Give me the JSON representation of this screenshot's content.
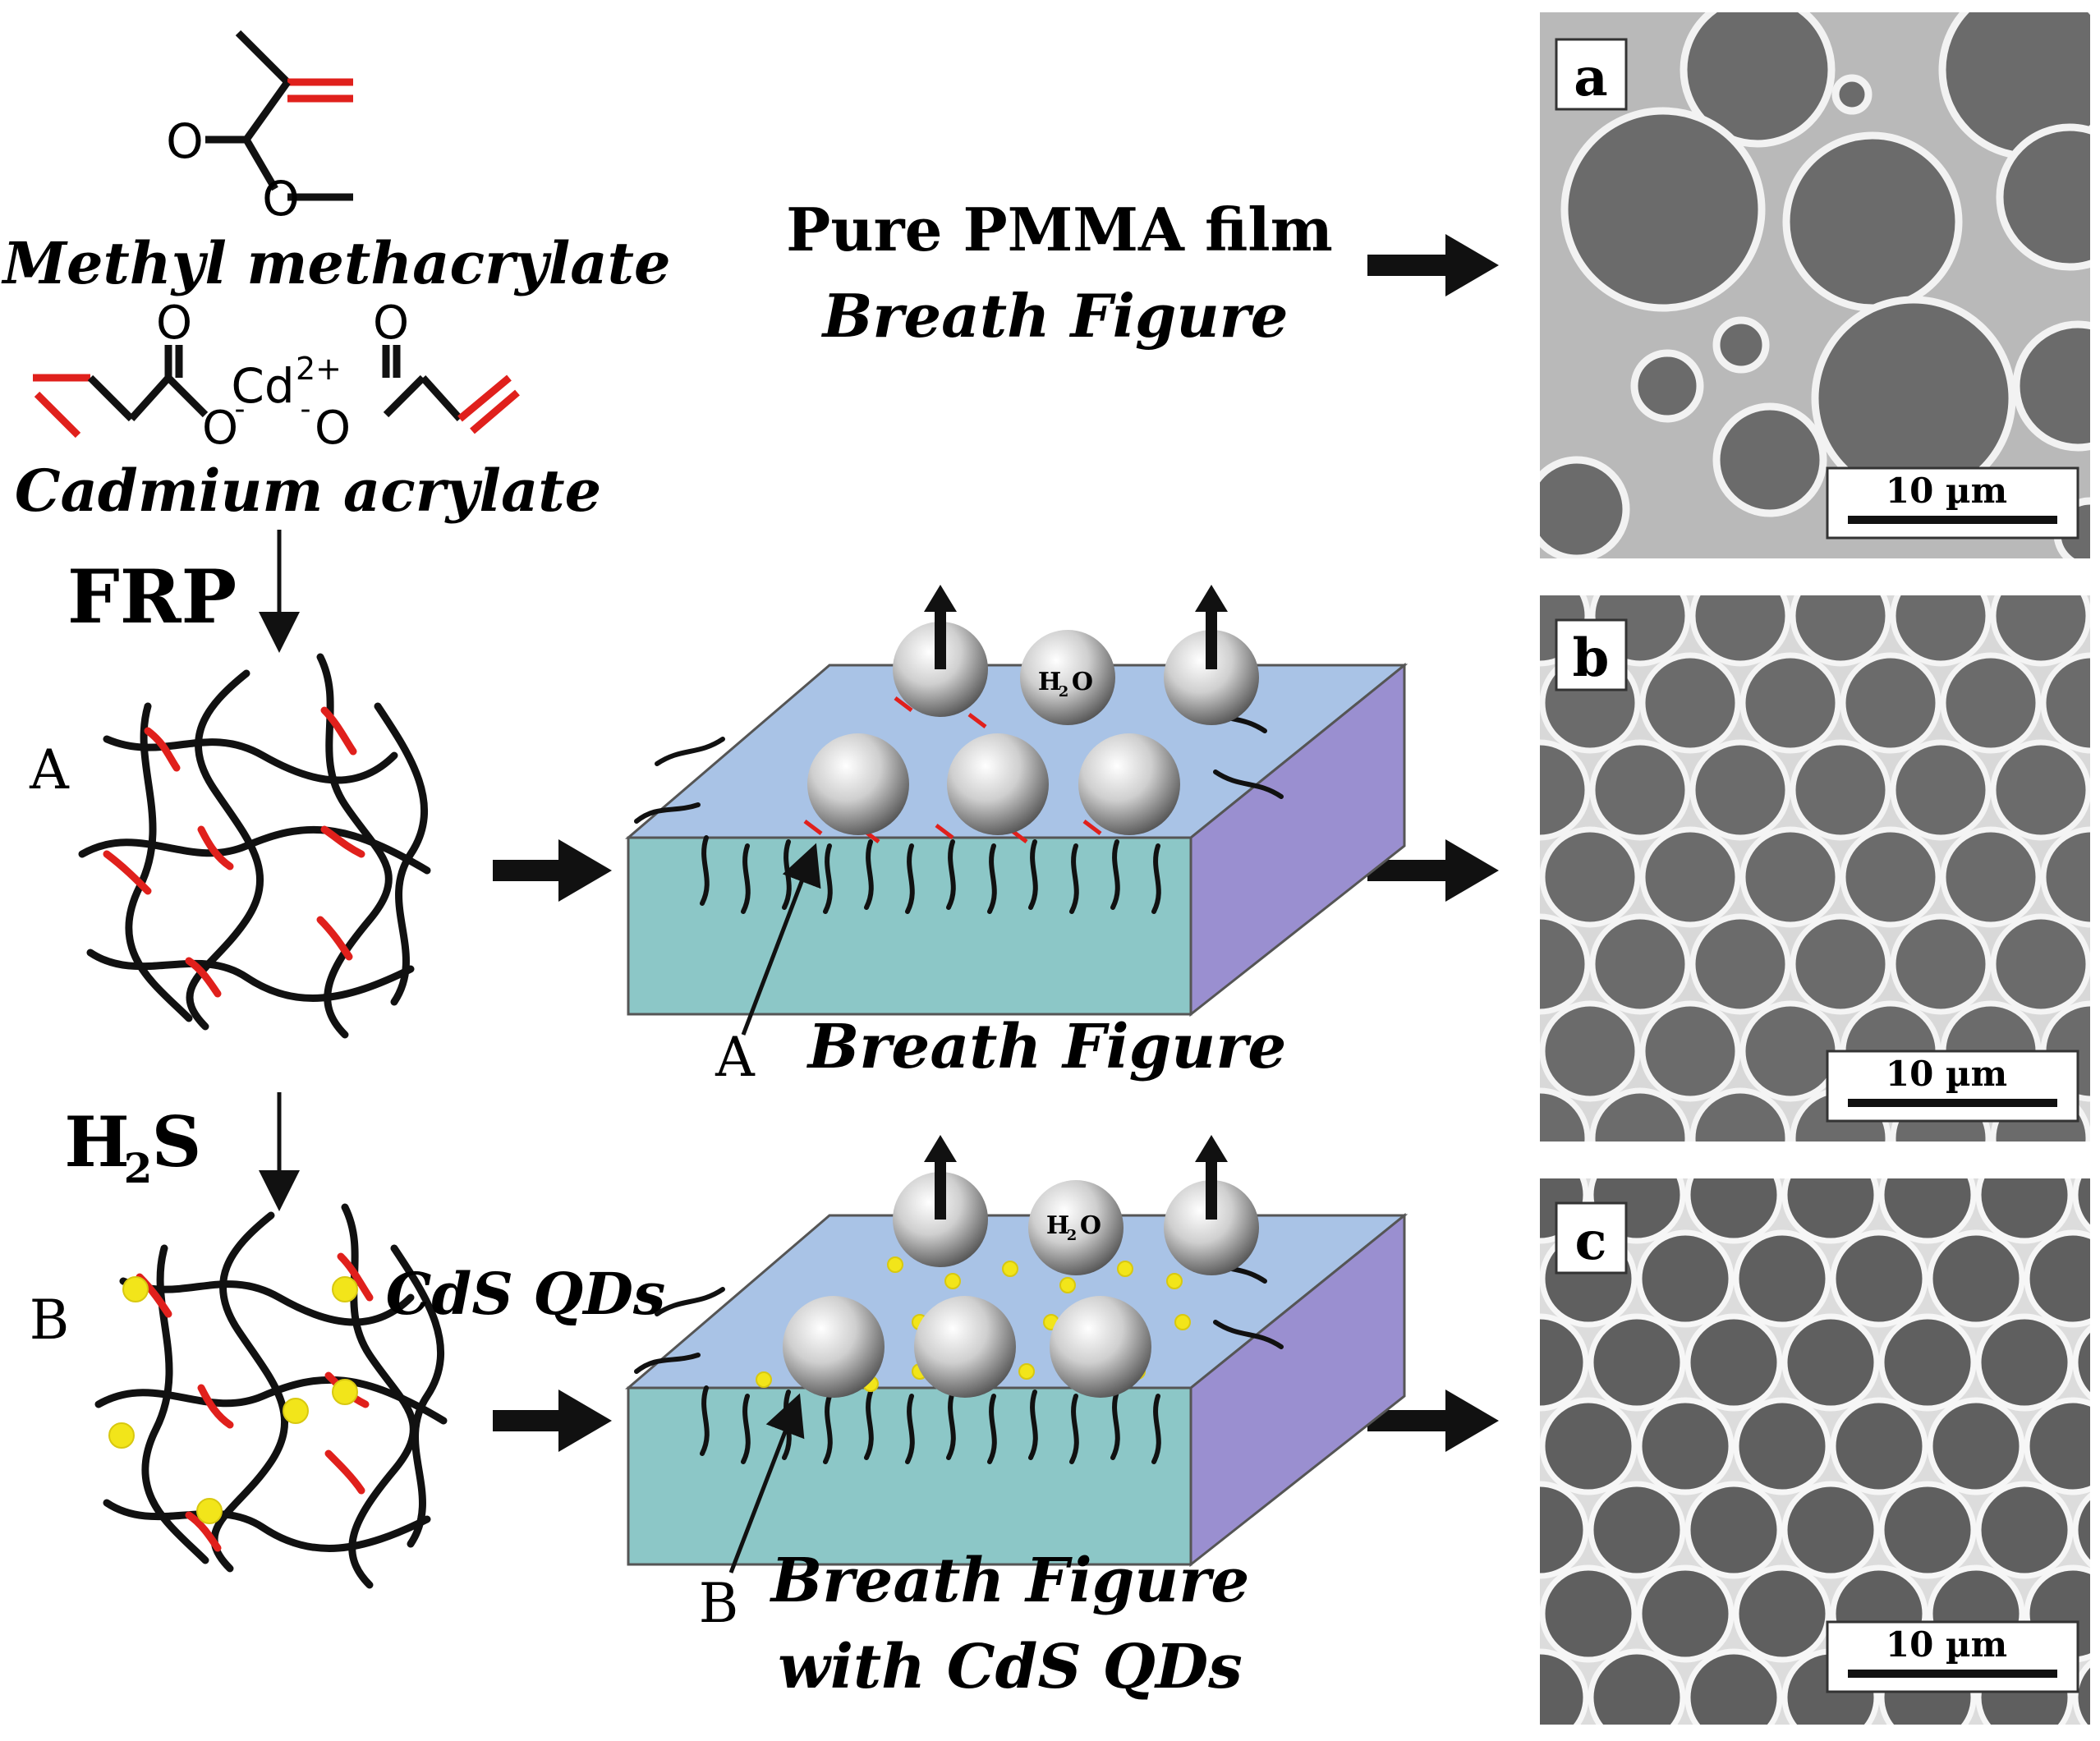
{
  "monomers": {
    "mma_name": "Methyl methacrylate",
    "cd_name": "Cadmium acrylate",
    "cd_ion": "Cd",
    "cd_charge": "2+",
    "oxygen": "O",
    "anion_charge": "-"
  },
  "steps": {
    "frp": "FRP",
    "h2s_h": "H",
    "h2s_sub": "2",
    "h2s_s": "S"
  },
  "polymers": {
    "a_label": "A",
    "b_label": "B",
    "cds_qds": "CdS QDs"
  },
  "center": {
    "pure_line1": "Pure PMMA film",
    "pure_line2": "Breath Figure",
    "film_a_pointer": "A",
    "film_a_caption": "Breath Figure",
    "film_b_pointer": "B",
    "film_b_caption_line1": "Breath Figure",
    "film_b_caption_line2": "with CdS QDs",
    "water_label": "H",
    "water_sub": "2",
    "water_o": "O"
  },
  "micrographs": [
    {
      "label": "a",
      "scale": "10 µm"
    },
    {
      "label": "b",
      "scale": "10 µm"
    },
    {
      "label": "c",
      "scale": "10 µm"
    }
  ],
  "colors": {
    "red_bond": "#e0201c",
    "qd_yellow": "#f2e51a",
    "film_top": "#a9c3e6",
    "film_front": "#8cc7c7",
    "film_side": "#9a8fd0",
    "sem_bg": "#b9b9b9",
    "sem_pore": "#6b6b6b",
    "sem_rim": "#f2f2f2"
  }
}
